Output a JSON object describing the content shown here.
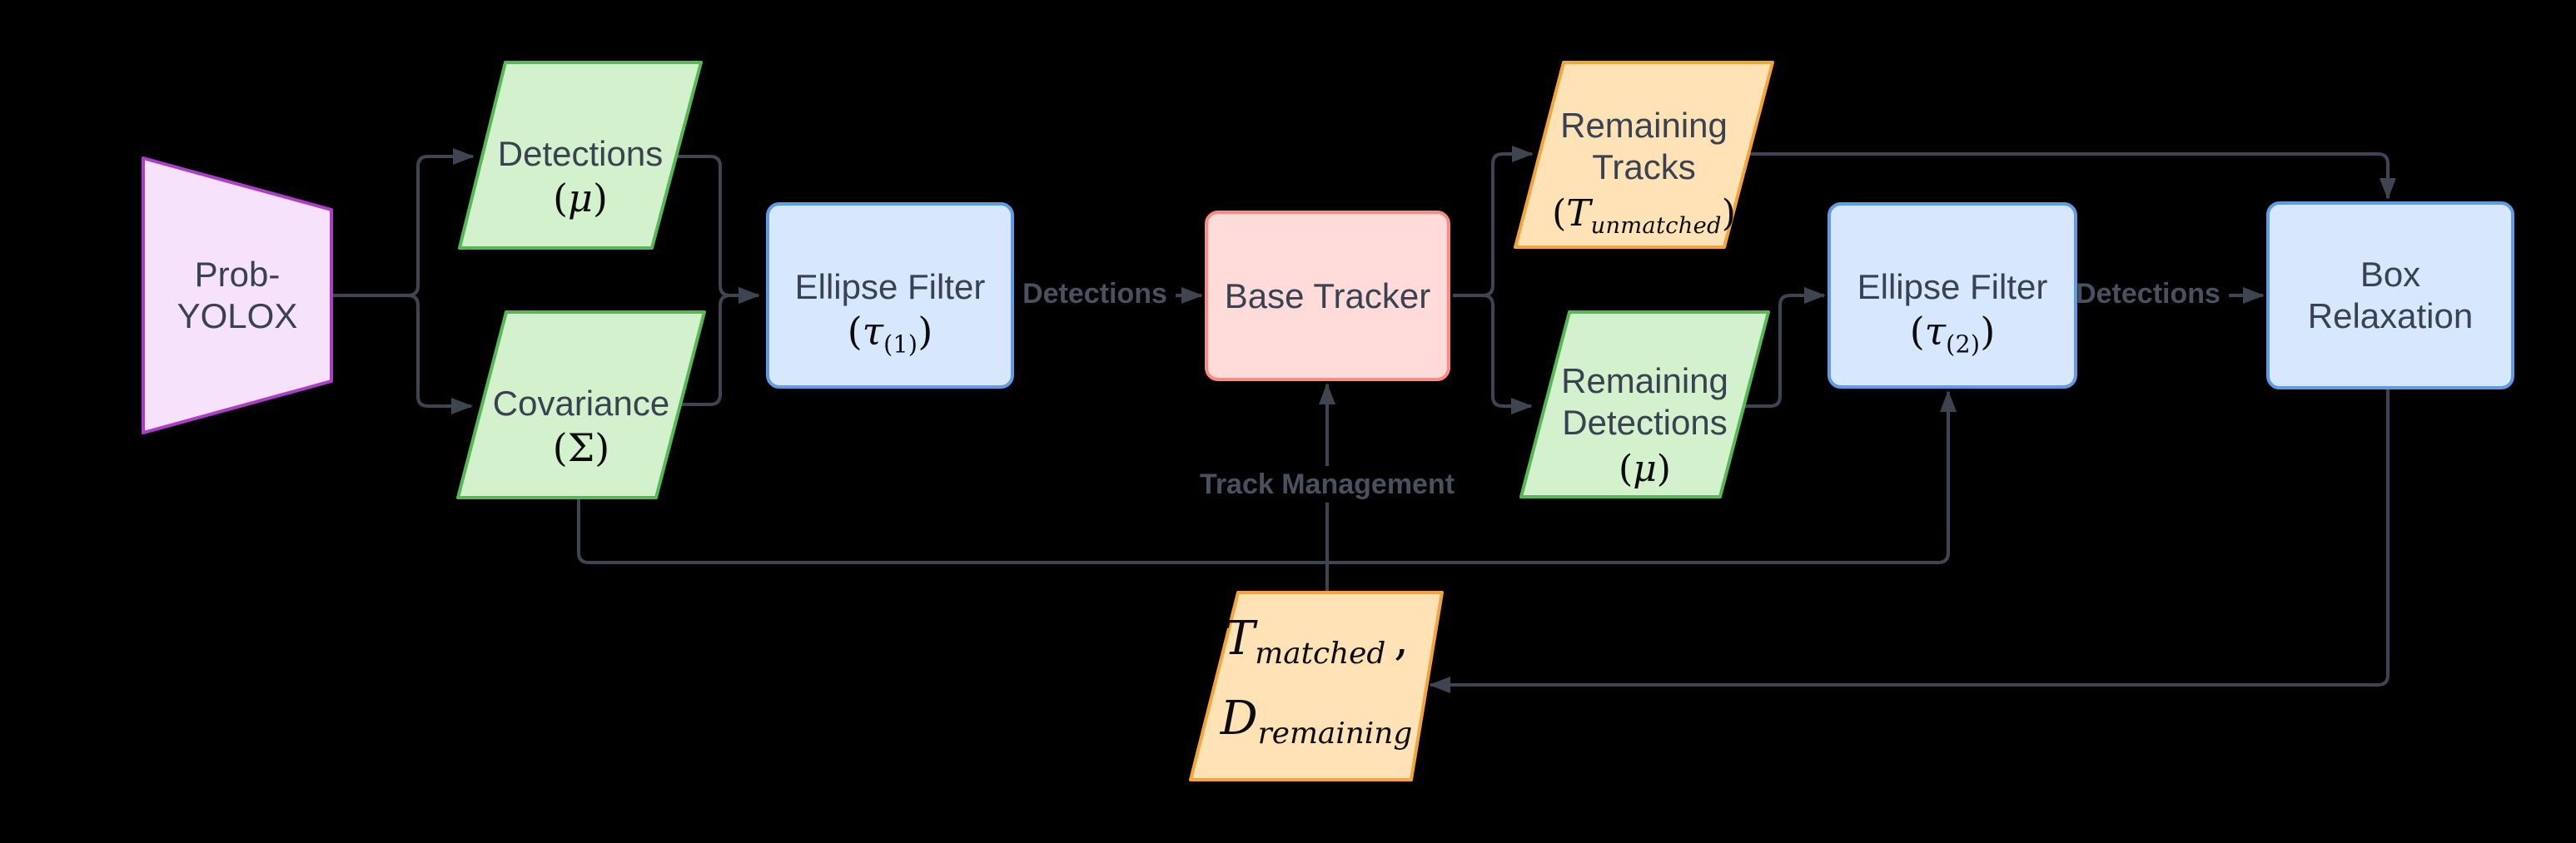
{
  "colors": {
    "bg": "#000000",
    "edge": "#3E4551",
    "edge_label": "#49515E",
    "node_text": "#394250",
    "math_text": "#0b0b0b",
    "purple_fill": "#F6E3FB",
    "purple_stroke": "#AE3EC9",
    "green_fill": "#D4F1CD",
    "green_stroke": "#57B956",
    "blue_fill": "#D7E7FD",
    "blue_stroke": "#5E9CE8",
    "pink_fill": "#FFDBDA",
    "pink_stroke": "#FF8B80",
    "orange_fill": "#FFE2B5",
    "orange_stroke": "#F5A43A"
  },
  "nodes": {
    "prob_yolox": {
      "label": "Prob-YOLOX"
    },
    "detections": {
      "label": "Detections",
      "math_open": "(",
      "math_var": "μ",
      "math_close": ")"
    },
    "covariance": {
      "label": "Covariance",
      "math_open": "(",
      "math_var": "Σ",
      "math_close": ")"
    },
    "ellipse_filter_1": {
      "label": "Ellipse Filter",
      "math_open": "(",
      "math_var": "τ",
      "math_sub": "(1)",
      "math_close": ")"
    },
    "base_tracker": {
      "label": "Base Tracker"
    },
    "remaining_tracks": {
      "label_line1": "Remaining",
      "label_line2": "Tracks",
      "math_open": "(",
      "math_var": "T",
      "math_sub": "unmatched",
      "math_close": ")"
    },
    "remaining_detections": {
      "label_line1": "Remaining",
      "label_line2": "Detections",
      "math_open": "(",
      "math_var": "μ",
      "math_close": ")"
    },
    "ellipse_filter_2": {
      "label": "Ellipse Filter",
      "math_open": "(",
      "math_var": "τ",
      "math_sub": "(2)",
      "math_close": ")"
    },
    "box_relaxation": {
      "label_line1": "Box",
      "label_line2": "Relaxation"
    },
    "t_matched": {
      "line1_var": "T",
      "line1_sub": "matched",
      "line1_punct": ",",
      "line2_var": "D",
      "line2_sub": "remaining"
    }
  },
  "edge_labels": {
    "detections_mid": "Detections",
    "detections_right": "Detections",
    "track_management": "Track Management"
  }
}
